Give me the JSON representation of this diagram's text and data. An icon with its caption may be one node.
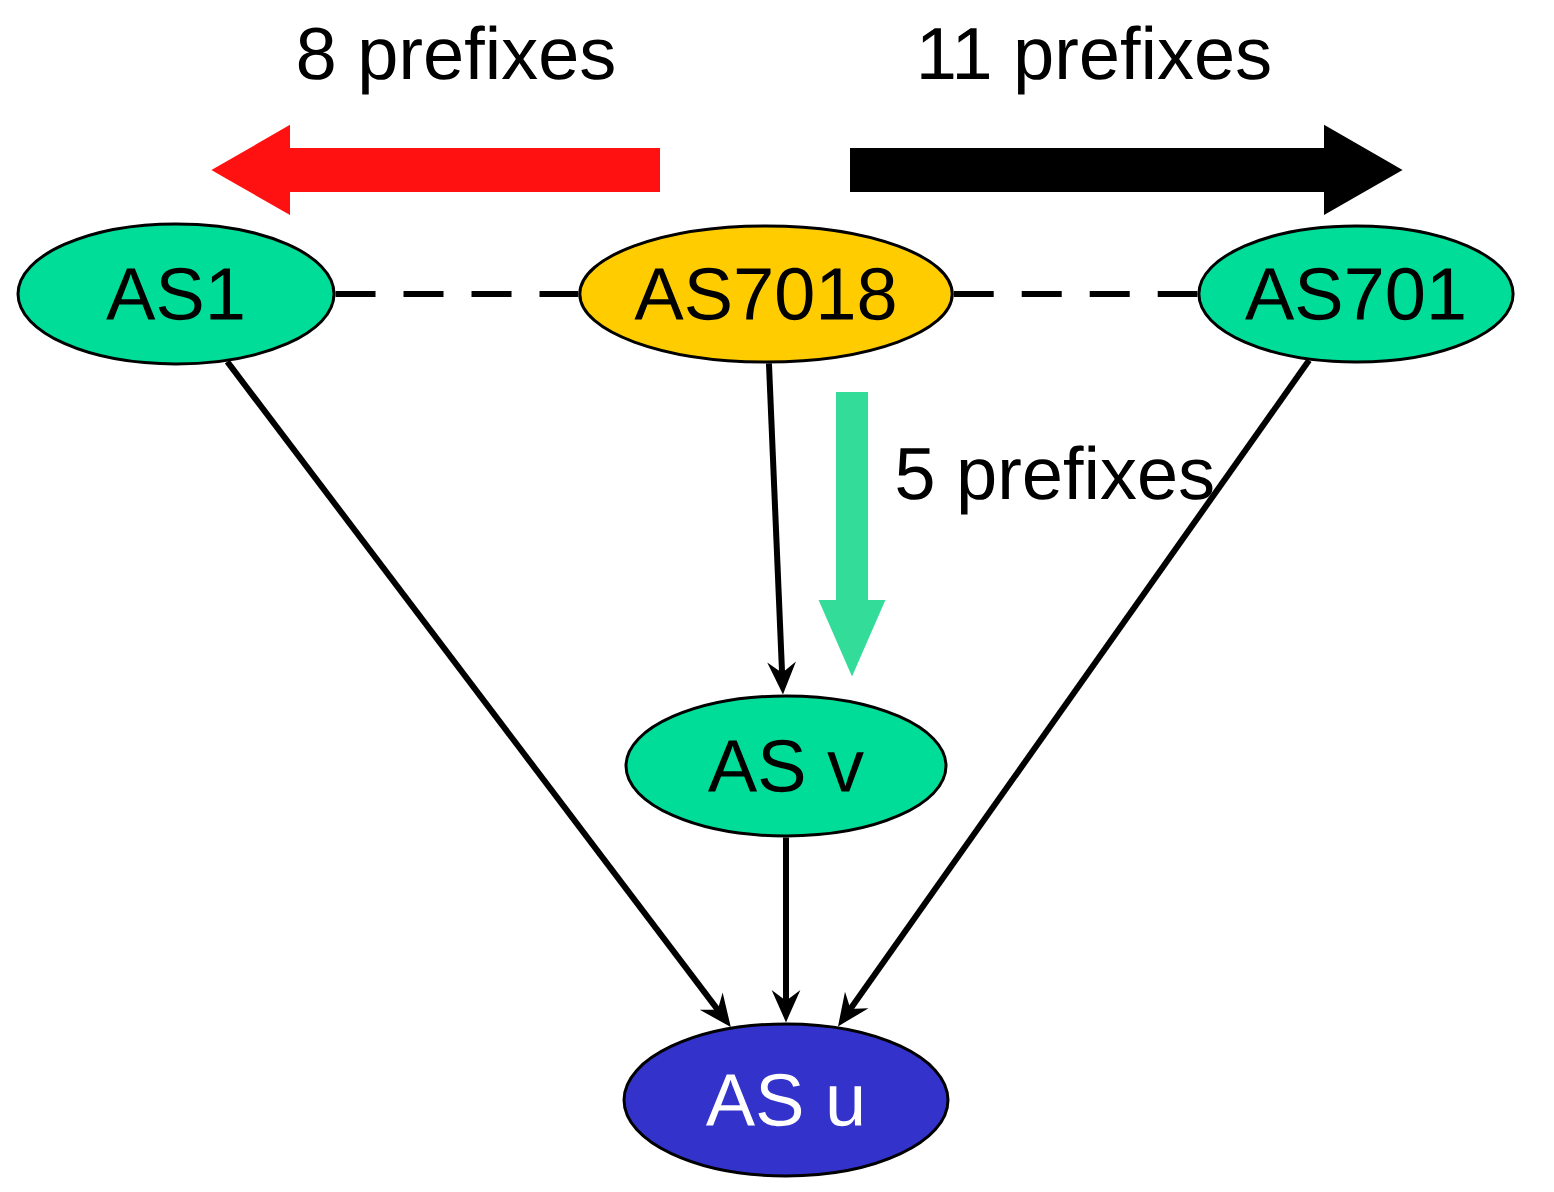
{
  "diagram": {
    "nodes": [
      {
        "text": [
          "AS1"
        ]
      },
      {
        "text": [
          "AS7018"
        ]
      },
      {
        "text": [
          "AS701"
        ]
      },
      {
        "text": [
          "AS v"
        ]
      },
      {
        "text": [
          "AS u"
        ]
      }
    ],
    "edges": [
      {
        "from": 0,
        "to": 1,
        "arrow": "none",
        "style": "dashed"
      },
      {
        "from": 1,
        "to": 2,
        "arrow": "none",
        "style": "dashed"
      },
      {
        "from": 1,
        "to": 3,
        "arrow": "to"
      },
      {
        "from": 0,
        "to": 4,
        "arrow": "to"
      },
      {
        "from": 3,
        "to": 4,
        "arrow": "to"
      },
      {
        "from": 2,
        "to": 4,
        "arrow": "to"
      },
      {
        "from": 1,
        "to": 0,
        "arrow": "to",
        "label": "8 prefixes",
        "style": "thick",
        "color": "#ff1111"
      },
      {
        "from": 1,
        "to": 2,
        "arrow": "to",
        "label": "11 prefixes",
        "style": "thick"
      },
      {
        "from": 1,
        "to": 3,
        "arrow": "to",
        "label": "5 prefixes",
        "style": "thick",
        "color": "#33dd99"
      }
    ]
  }
}
